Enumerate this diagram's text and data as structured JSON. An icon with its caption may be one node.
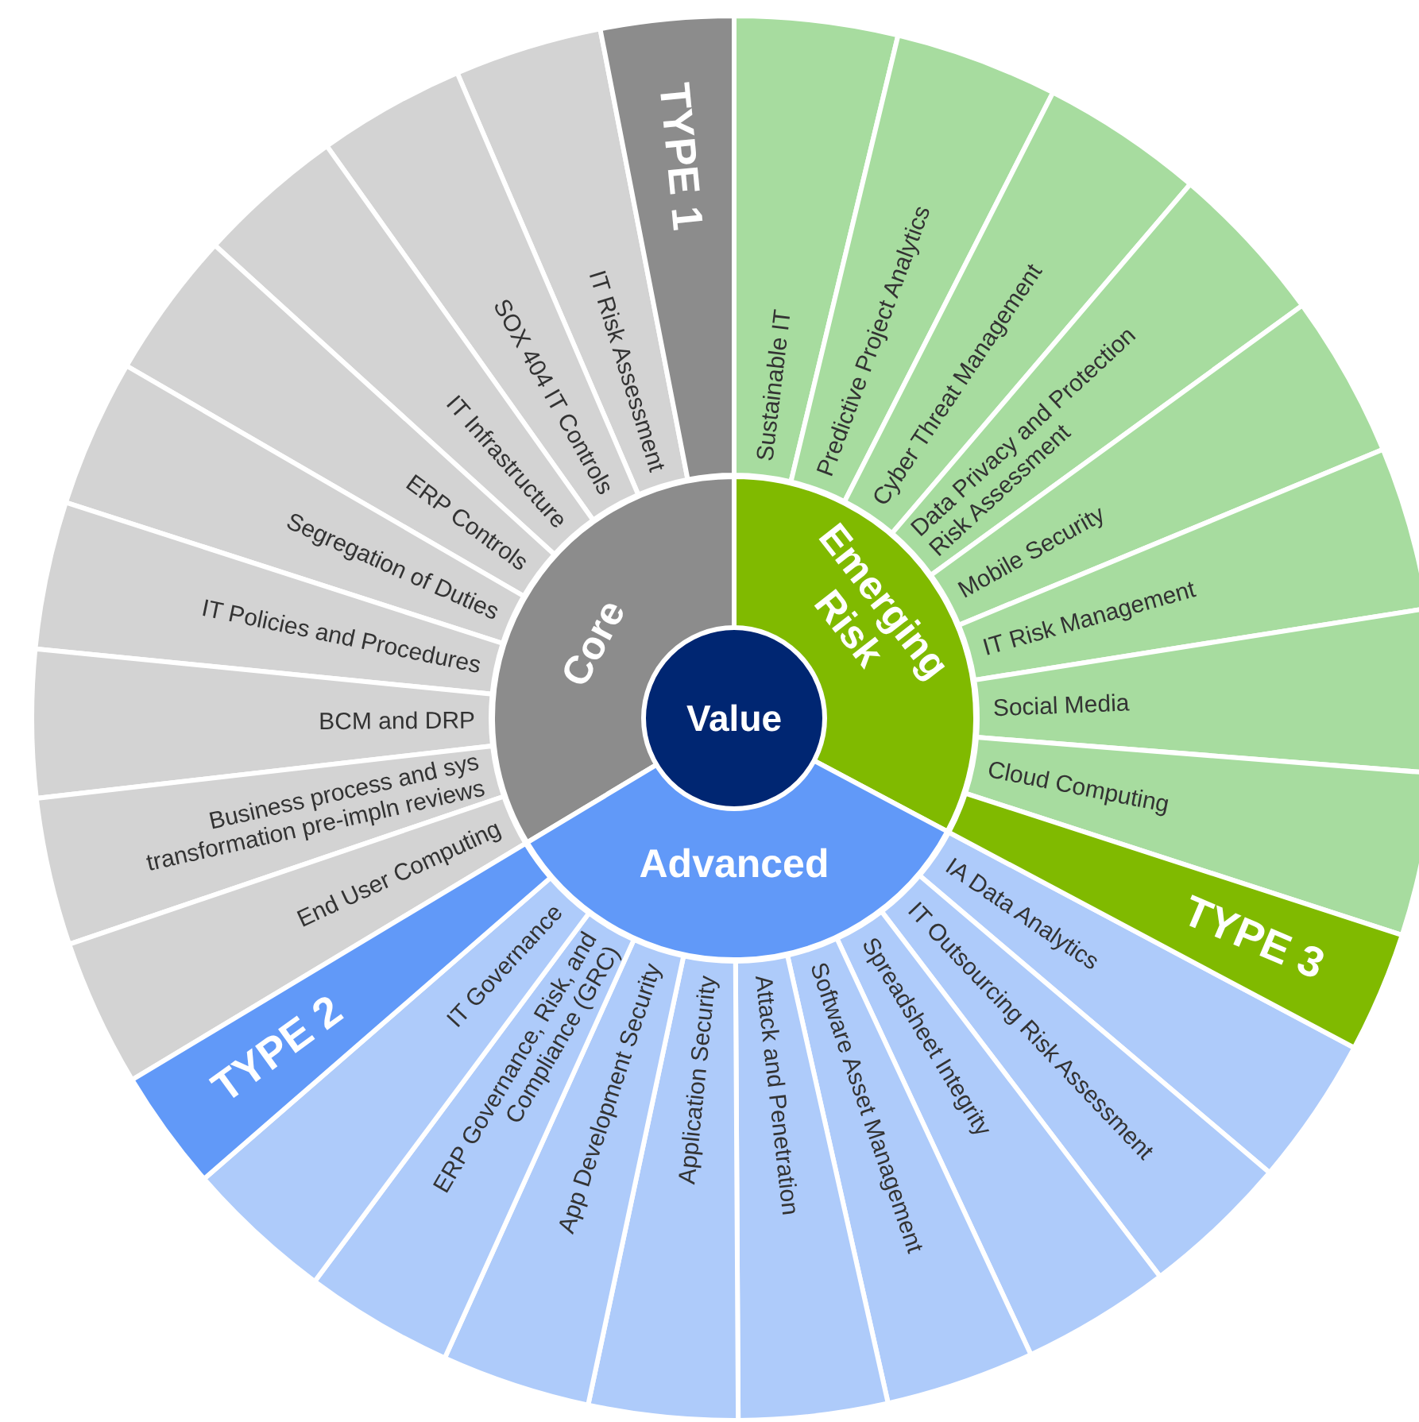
{
  "diagram": {
    "nodes": [
      {
        "text": [
          "Value"
        ]
      },
      {
        "text": [
          "Core"
        ]
      },
      {
        "text": [
          "Emerging Risk"
        ]
      },
      {
        "text": [
          "Advanced"
        ]
      },
      {
        "text": [
          "TYPE 1"
        ]
      },
      {
        "text": [
          "TYPE 2"
        ]
      },
      {
        "text": [
          "TYPE 3"
        ]
      },
      {
        "text": [
          "IT Risk Assessment"
        ]
      },
      {
        "text": [
          "SOX 404 IT Controls"
        ]
      },
      {
        "text": [
          "IT Infrastructure"
        ]
      },
      {
        "text": [
          "ERP Controls"
        ]
      },
      {
        "text": [
          "Segregation of Duties"
        ]
      },
      {
        "text": [
          "IT Policies and Procedures"
        ]
      },
      {
        "text": [
          "BCM and DRP"
        ]
      },
      {
        "text": [
          "Business process and sys transformation pre-impln reviews"
        ]
      },
      {
        "text": [
          "End User Computing"
        ]
      },
      {
        "text": [
          "Sustainable IT"
        ]
      },
      {
        "text": [
          "Predictive Project Analytics"
        ]
      },
      {
        "text": [
          "Cyber Threat Management"
        ]
      },
      {
        "text": [
          "Data Privacy and Protection Risk Assessment"
        ]
      },
      {
        "text": [
          "Mobile Security"
        ]
      },
      {
        "text": [
          "IT Risk Management"
        ]
      },
      {
        "text": [
          "Social Media"
        ]
      },
      {
        "text": [
          "Cloud Computing"
        ]
      },
      {
        "text": [
          "IA Data Analytics"
        ]
      },
      {
        "text": [
          "IT Outsourcing Risk Assessment"
        ]
      },
      {
        "text": [
          "Spreadsheet Integrity"
        ]
      },
      {
        "text": [
          "Software Asset Management"
        ]
      },
      {
        "text": [
          "Attack and Penetration"
        ]
      },
      {
        "text": [
          "Application Security"
        ]
      },
      {
        "text": [
          "App Development Security"
        ]
      },
      {
        "text": [
          "ERP Governance, Risk, and Compliance (GRC)"
        ]
      },
      {
        "text": [
          "IT Governance"
        ]
      }
    ]
  }
}
